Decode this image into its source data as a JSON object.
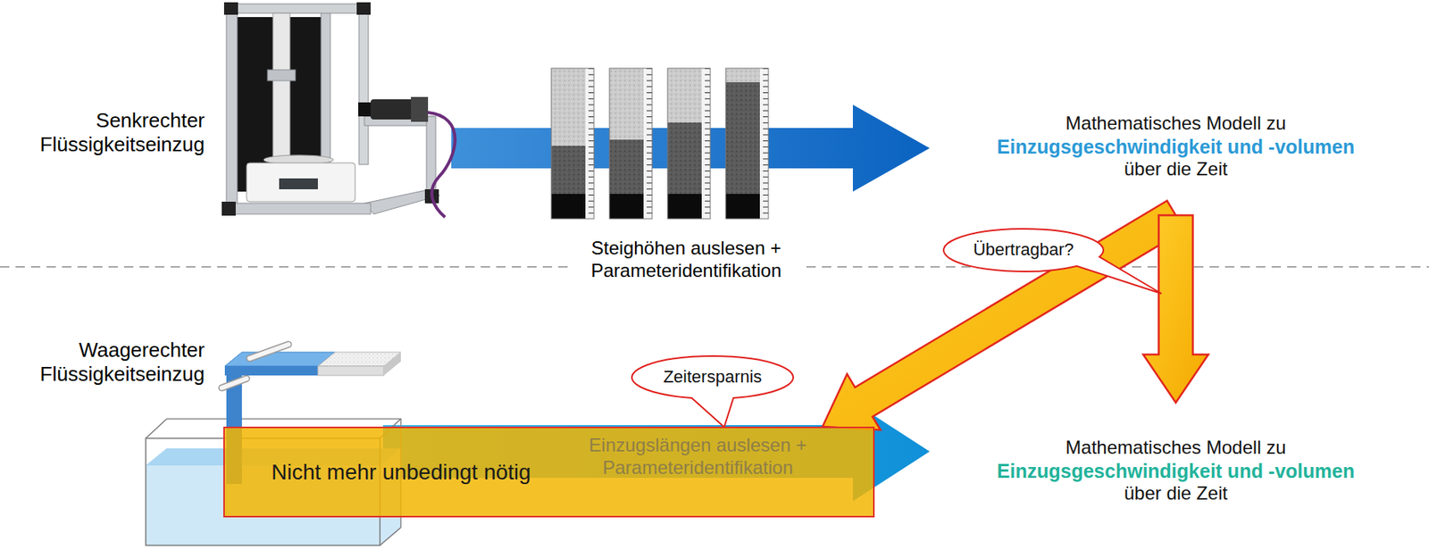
{
  "diagram": {
    "nodes": [
      {
        "text": [
          "Mathematisches Modell zu",
          "Einzugsgeschwindigkeit und -volumen",
          "über die Zeit"
        ]
      },
      {
        "text": [
          "Übertragbar?"
        ]
      },
      {
        "text": [
          "Zeitersparnis"
        ]
      },
      {
        "text": [
          "Nicht mehr unbedingt nötig"
        ]
      },
      {
        "text": [
          "Mathematisches Modell zu",
          "Einzugsgeschwindigkeit und -volumen",
          "über die Zeit"
        ]
      }
    ],
    "edges": [
      {
        "from": 0,
        "to": 4,
        "arrow": "to"
      },
      {
        "from": 0,
        "to": 3,
        "arrow": "to"
      }
    ],
    "labels": [
      "Senkrechter Flüssigkeitseinzug",
      "Steighöhen auslesen + Parameteridentifikation",
      "Waagerechter Flüssigkeitseinzug",
      "Einzugslängen auslesen + Parameteridentifikation"
    ]
  }
}
